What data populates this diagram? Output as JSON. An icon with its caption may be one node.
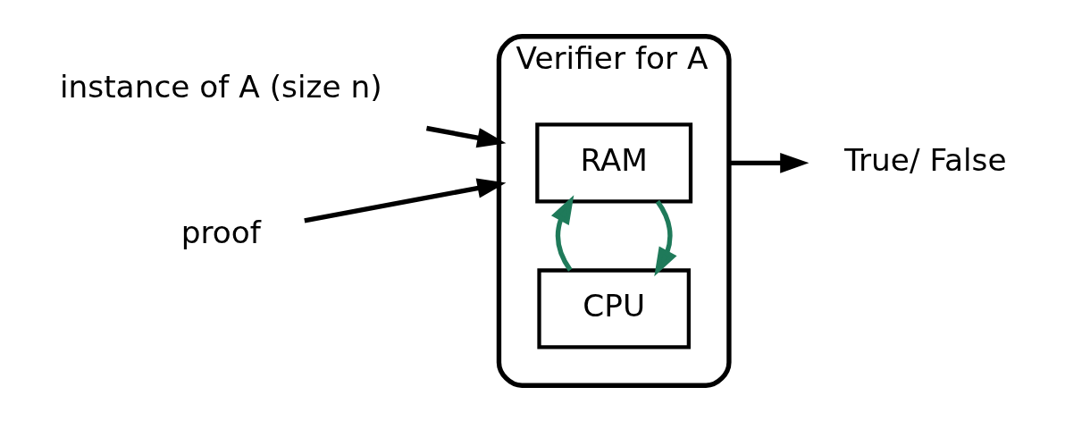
{
  "diagram": {
    "nodes": [
      {
        "text": [
          "Verifier for A"
        ]
      },
      {
        "text": [
          "RAM"
        ],
        "in": 0
      },
      {
        "text": [
          "CPU"
        ],
        "in": 0
      },
      {
        "text": [
          "instance of A (size n)"
        ]
      },
      {
        "text": [
          "proof"
        ]
      },
      {
        "text": [
          "True/ False"
        ]
      }
    ],
    "edges": [
      {
        "from": 3,
        "to": 0,
        "arrow": "to"
      },
      {
        "from": 4,
        "to": 0,
        "arrow": "to"
      },
      {
        "from": 0,
        "to": 5,
        "arrow": "to"
      },
      {
        "from": 1,
        "to": 2,
        "arrow": "to",
        "color": "#1f7a5a"
      },
      {
        "from": 2,
        "to": 1,
        "arrow": "to",
        "color": "#1f7a5a"
      }
    ]
  }
}
